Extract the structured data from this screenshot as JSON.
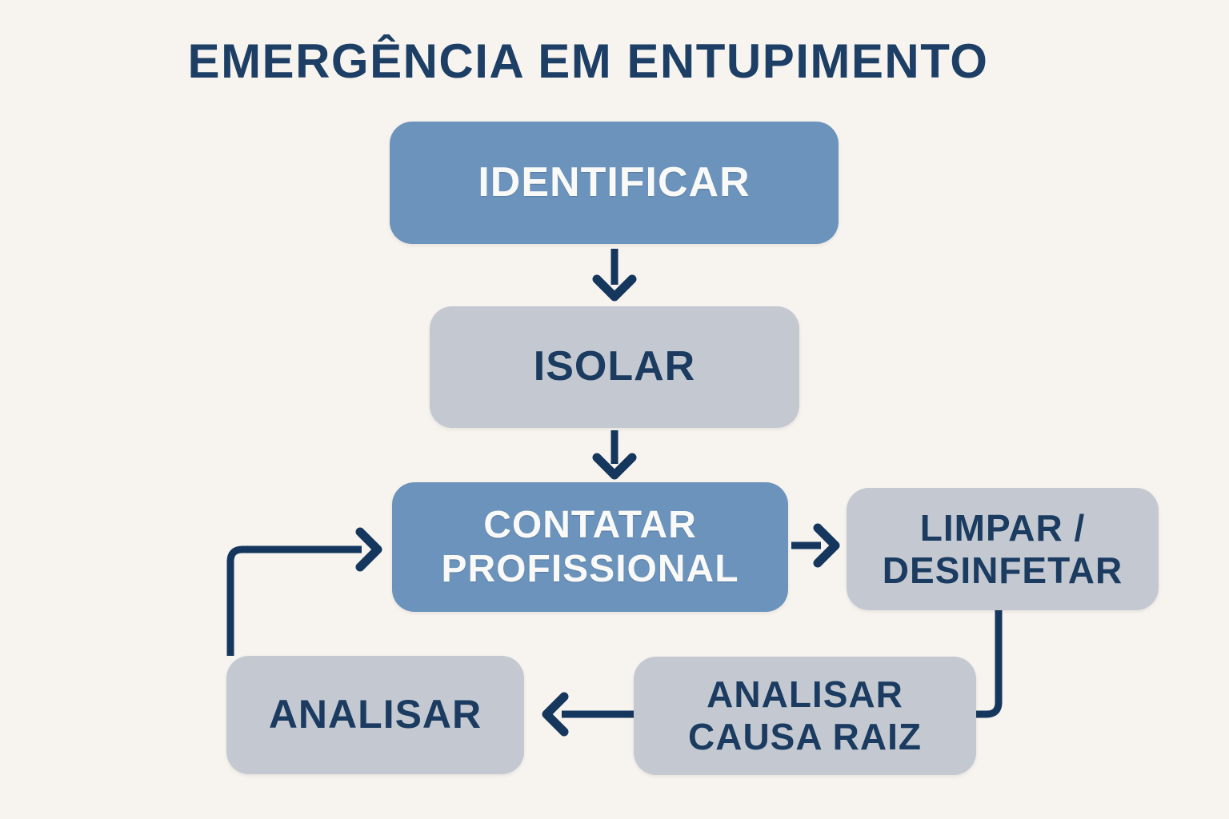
{
  "title": "EMERGÊNCIA EM ENTUPIMENTO",
  "colors": {
    "background": "#F7F3EE",
    "primary_node": "#6B93BB",
    "secondary_node": "#C4C9D1",
    "text_dark_navy": "#1B3B60",
    "text_light": "#F9F9F7",
    "arrow": "#16375D",
    "title": "#1D3F66"
  },
  "nodes": {
    "identificar": {
      "label": "IDENTIFICAR",
      "type": "primary"
    },
    "isolar": {
      "label": "ISOLAR",
      "type": "secondary"
    },
    "contatar": {
      "label": "CONTATAR\nPROFISSIONAL",
      "type": "primary"
    },
    "limpar": {
      "label": "LIMPAR /\nDESINFETAR",
      "type": "secondary"
    },
    "analisar_causa": {
      "label": "ANALISAR\nCAUSA RAIZ",
      "type": "secondary"
    },
    "analisar": {
      "label": "ANALISAR",
      "type": "secondary"
    }
  },
  "edges": [
    {
      "from": "IDENTIFICAR",
      "to": "ISOLAR",
      "direction": "down"
    },
    {
      "from": "ISOLAR",
      "to": "CONTATAR PROFISSIONAL",
      "direction": "down"
    },
    {
      "from": "CONTATAR PROFISSIONAL",
      "to": "LIMPAR / DESINFETAR",
      "direction": "right"
    },
    {
      "from": "LIMPAR / DESINFETAR",
      "to": "ANALISAR CAUSA RAIZ",
      "direction": "down-left elbow"
    },
    {
      "from": "ANALISAR CAUSA RAIZ",
      "to": "ANALISAR",
      "direction": "left"
    },
    {
      "from": "ANALISAR",
      "to": "CONTATAR PROFISSIONAL",
      "direction": "up-right elbow"
    }
  ]
}
